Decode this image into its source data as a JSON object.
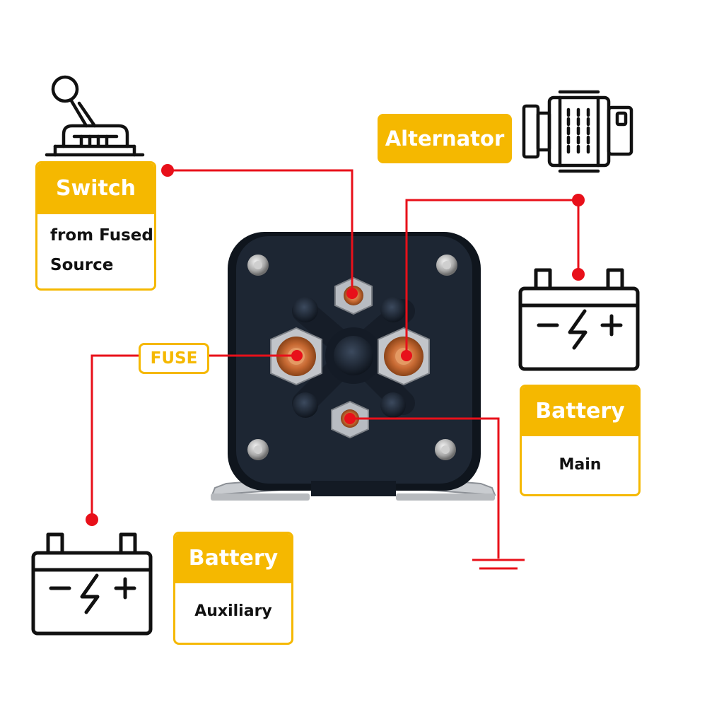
{
  "switch": {
    "title": "Switch",
    "desc_line1": "from Fused",
    "desc_line2": "Source"
  },
  "alternator": {
    "label": "Alternator"
  },
  "fuse": {
    "label": "FUSE"
  },
  "battery_main": {
    "title": "Battery",
    "desc": "Main"
  },
  "battery_aux": {
    "title": "Battery",
    "desc": "Auxiliary"
  },
  "icons": {
    "switch": "joystick-switch-icon",
    "alternator": "alternator-icon",
    "battery_main": "battery-icon",
    "battery_aux": "battery-icon",
    "ground": "ground-symbol"
  },
  "colors": {
    "accent": "#f5b800",
    "wire": "#e8101a",
    "solenoid_body": "#1d2633",
    "copper": "#d9814a"
  }
}
